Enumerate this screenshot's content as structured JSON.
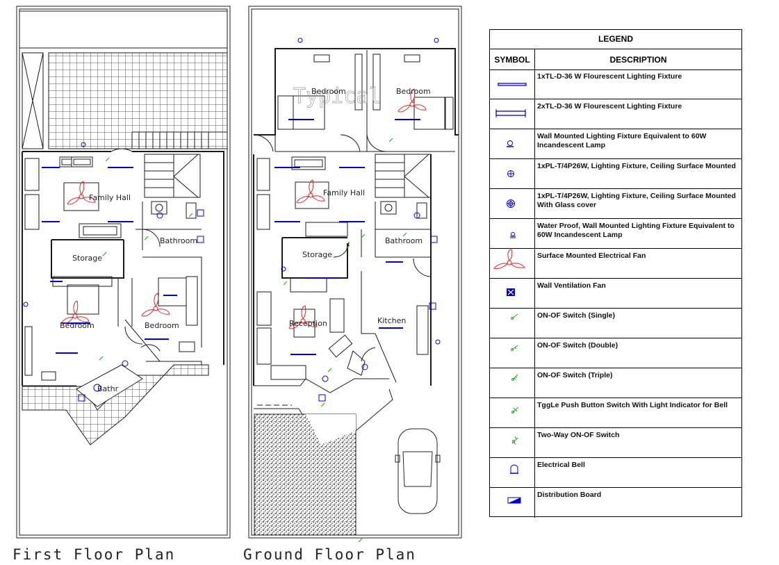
{
  "plans": {
    "first_floor": {
      "title": "First Floor Plan",
      "rooms": [
        "Family Hall",
        "Storage",
        "Bathroom",
        "Bedroom",
        "Bedroom",
        "Bathr"
      ]
    },
    "ground_floor": {
      "title": "Ground Floor Plan",
      "watermark": "Typical",
      "rooms": [
        "Bedroom",
        "Bedroom",
        "Family Hall",
        "Storage",
        "Bathroom",
        "Reception",
        "Kitchen"
      ]
    }
  },
  "legend": {
    "title": "LEGEND",
    "symbol_header": "SYMBOL",
    "description_header": "DESCRIPTION",
    "rows": [
      {
        "icon": "single-tube-light-icon",
        "description": "1xTL-D-36 W Flourescent Lighting Fixture"
      },
      {
        "icon": "double-tube-light-icon",
        "description": "2xTL-D-36 W Flourescent Lighting Fixture"
      },
      {
        "icon": "wall-lamp-icon",
        "description": "Wall Mounted Lighting Fixture Equivalent to 60W Incandescent Lamp"
      },
      {
        "icon": "ceiling-light-icon",
        "description": "1xPL-T/4P26W, Lighting Fixture, Ceiling Surface Mounted"
      },
      {
        "icon": "ceiling-light-glass-icon",
        "description": "1xPL-T/4P26W, Lighting Fixture, Ceiling Surface Mounted With Glass cover"
      },
      {
        "icon": "waterproof-lamp-icon",
        "description": "Water Proof, Wall Mounted Lighting Fixture Equivalent to 60W Incandescent Lamp"
      },
      {
        "icon": "ceiling-fan-icon",
        "description": "Surface Mounted Electrical Fan"
      },
      {
        "icon": "ventilation-fan-icon",
        "description": "Wall Ventilation Fan"
      },
      {
        "icon": "switch-single-icon",
        "description": "ON-OF Switch (Single)"
      },
      {
        "icon": "switch-double-icon",
        "description": "ON-OF Switch (Double)"
      },
      {
        "icon": "switch-triple-icon",
        "description": "ON-OF Switch (Triple)"
      },
      {
        "icon": "bell-push-switch-icon",
        "description": "TggLe Push Button Switch With Light Indicator for Bell"
      },
      {
        "icon": "two-way-switch-icon",
        "description": "Two-Way ON-OF Switch"
      },
      {
        "icon": "electrical-bell-icon",
        "description": "Electrical  Bell"
      },
      {
        "icon": "distribution-board-icon",
        "description": "Distribution Board"
      }
    ]
  },
  "colors": {
    "line": "#1a1a1a",
    "fixture": "#0000cc",
    "fan": "#dd2222",
    "switch": "#22aa22"
  }
}
